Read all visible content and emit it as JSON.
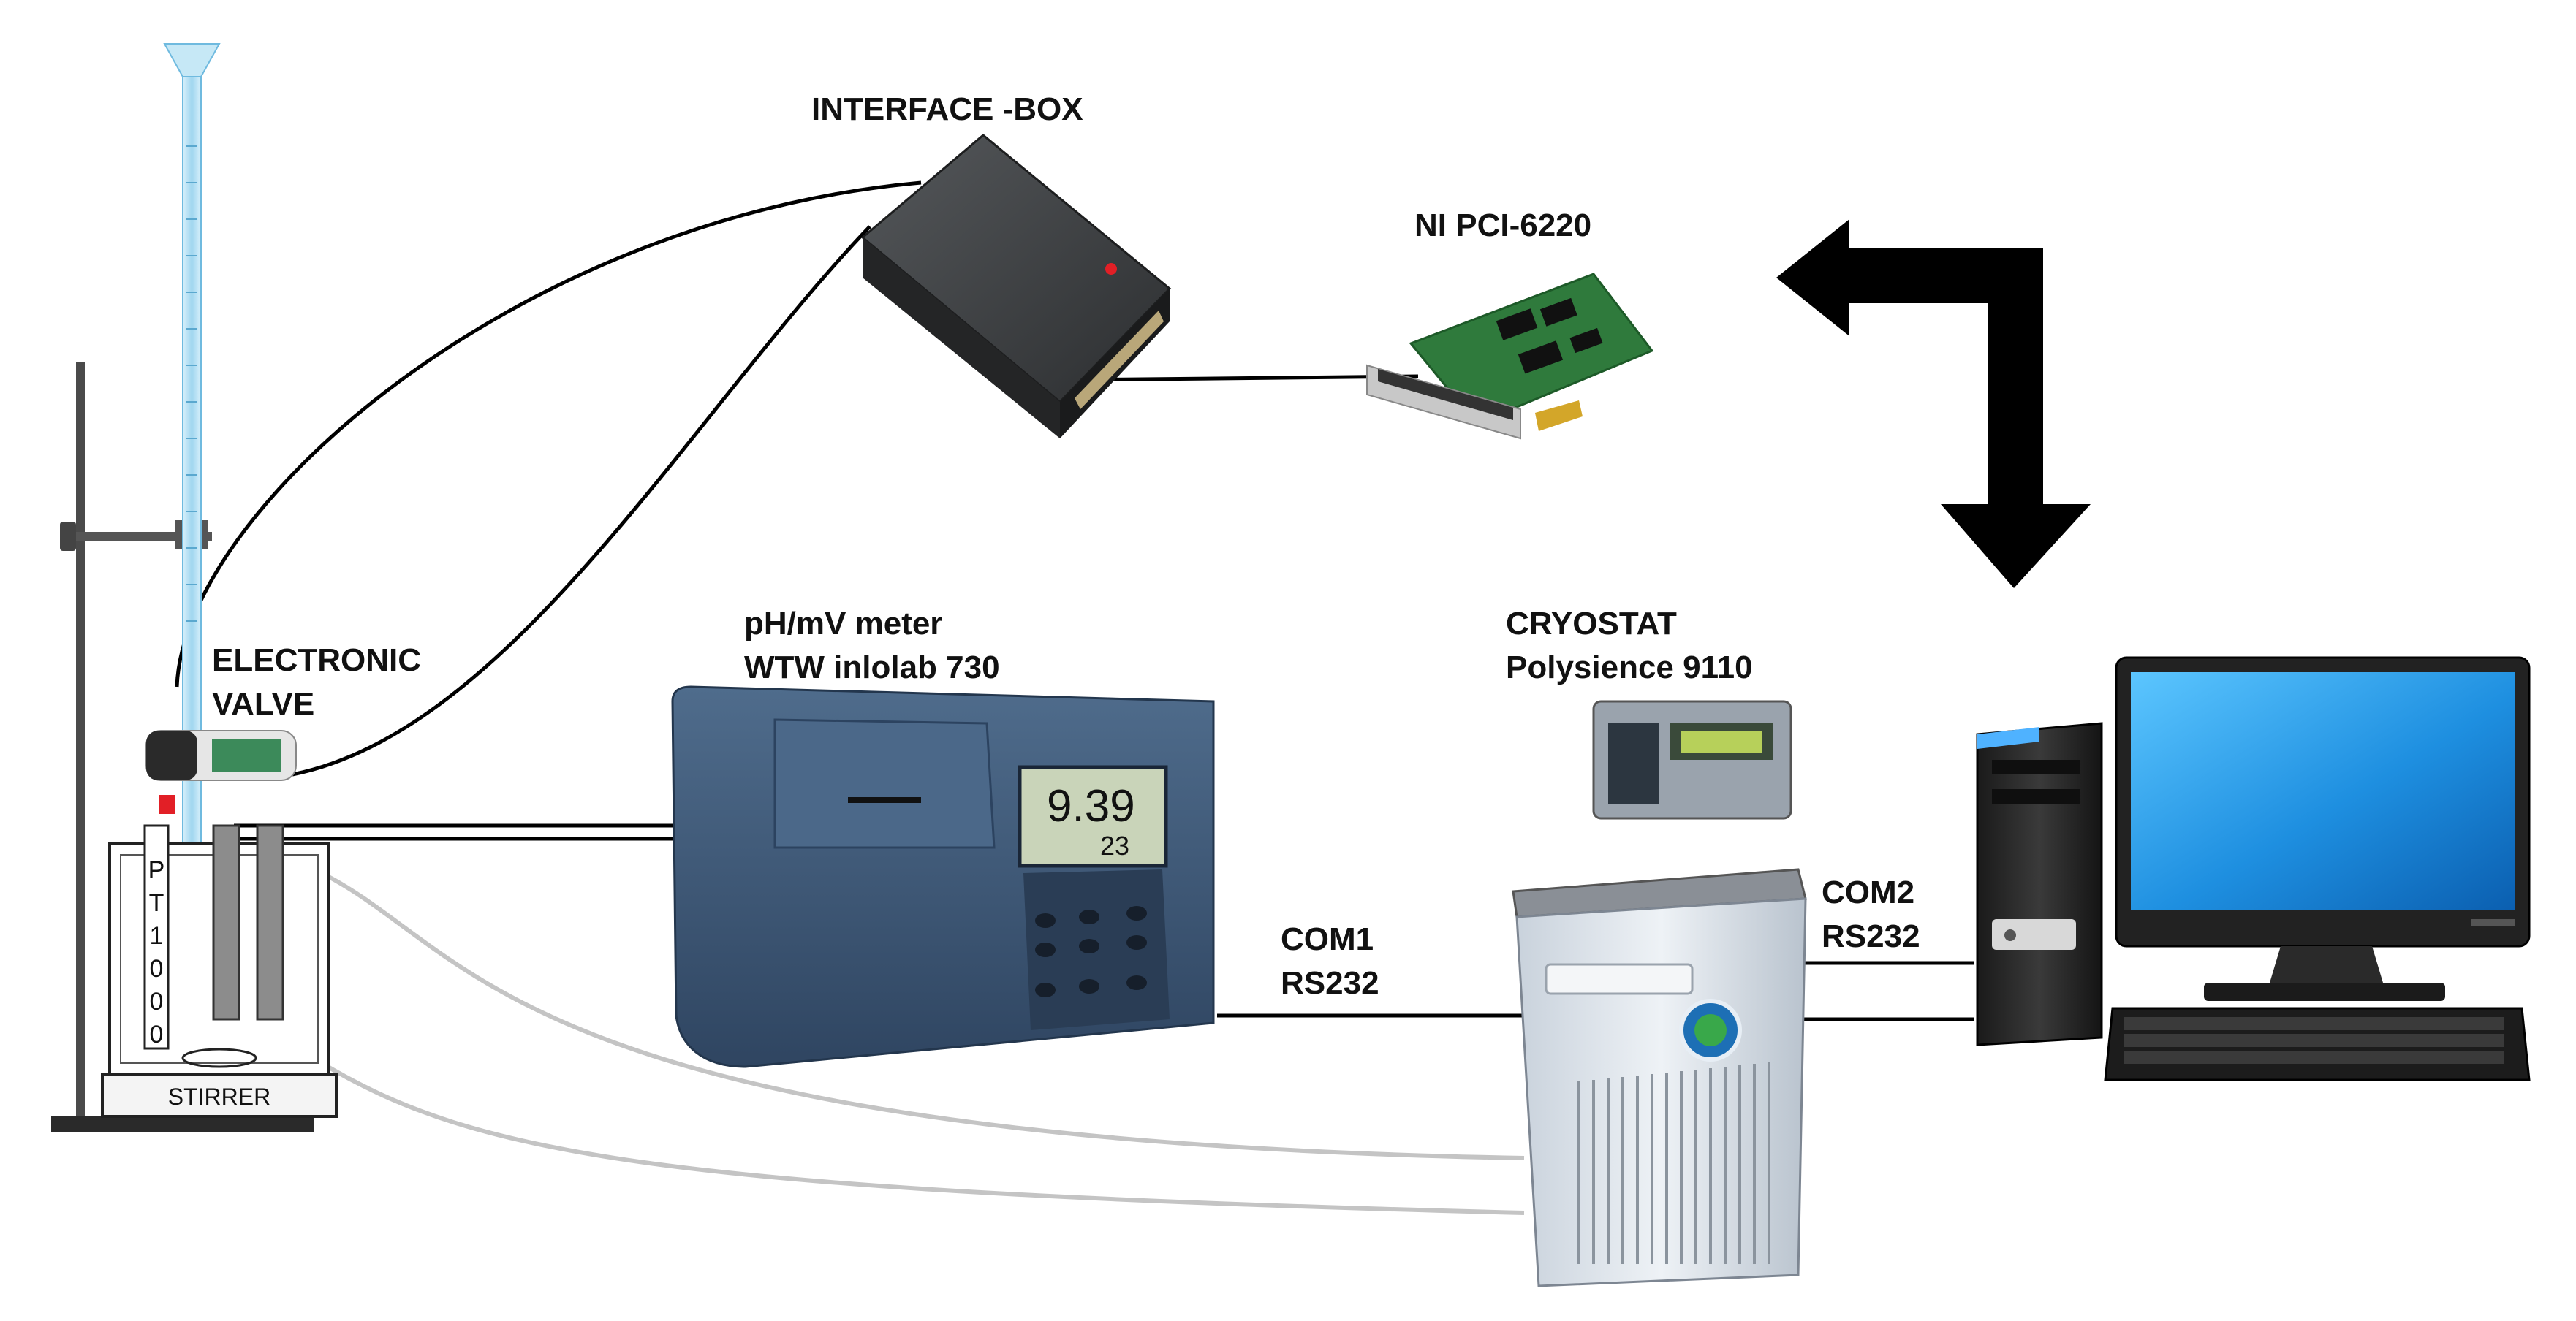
{
  "labels": {
    "interface_box": "INTERFACE -BOX",
    "ni_card": "NI PCI-6220",
    "ph_meter_line1": "pH/mV meter",
    "ph_meter_line2": "WTW inlolab 730",
    "cryostat_line1": "CRYOSTAT",
    "cryostat_line2": "Polysience 9110",
    "valve_line1": "ELECTRONIC",
    "valve_line2": "VALVE",
    "com1_line1": "COM1",
    "com1_line2": "RS232",
    "com2_line1": "COM2",
    "com2_line2": "RS232",
    "pt1000_chars": [
      "P",
      "T",
      "1",
      "0",
      "0",
      "0"
    ],
    "stirrer": "STIRRER"
  },
  "meter_display": {
    "ph": "9.39",
    "temp": "23"
  },
  "colors": {
    "wire_black": "#000000",
    "wire_gray": "#c4c4c4",
    "meter_body": "#3f5a78",
    "cryostat_body": "#d8dee6",
    "pcb_green": "#2f7a3c",
    "screen_blue": "#1e8fe0",
    "burette": "#a8d8f0",
    "interface_box": "#3a3c3e"
  },
  "icons": [
    "burette-icon",
    "electrode-icon",
    "stirrer-icon",
    "interface-box-icon",
    "pci-card-icon",
    "ph-meter-icon",
    "cryostat-icon",
    "computer-tower-icon",
    "monitor-icon",
    "keyboard-icon",
    "bidirectional-arrow-icon"
  ]
}
